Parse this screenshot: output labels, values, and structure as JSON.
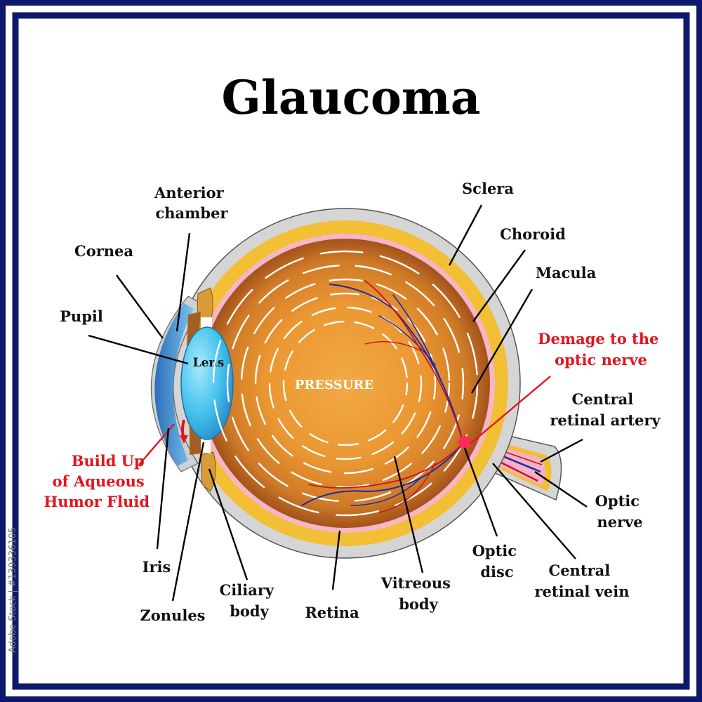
{
  "title": "Glaucoma",
  "colors": {
    "frame": "#0d1a6b",
    "sclera": "#d5d5d5",
    "choroid": "#f2bf35",
    "retina": "#f6b6c8",
    "vitreous_outer": "#a0521a",
    "vitreous_inner": "#eea23c",
    "cornea": "#3f8fd0",
    "lens": "#43c2ef",
    "vein": "#1a2ba8",
    "artery": "#c8141e",
    "warning": "#e3141b"
  },
  "center_label": "PRESSURE",
  "lens_label": "Lens",
  "labels": {
    "anterior_chamber": [
      "Anterior",
      "chamber"
    ],
    "cornea": [
      "Cornea"
    ],
    "pupil": [
      "Pupil"
    ],
    "build_up": [
      "Build Up",
      "of Aqueous",
      "Humor Fluid"
    ],
    "iris": [
      "Iris"
    ],
    "zonules": [
      "Zonules"
    ],
    "ciliary_body": [
      "Ciliary",
      "body"
    ],
    "retina": [
      "Retina"
    ],
    "vitreous_body": [
      "Vitreous",
      "body"
    ],
    "optic_disc": [
      "Optic",
      "disc"
    ],
    "central_retinal_vein": [
      "Central",
      "retinal vein"
    ],
    "optic_nerve": [
      "Optic",
      "nerve"
    ],
    "central_retinal_artery": [
      "Central",
      "retinal artery"
    ],
    "damage": [
      "Demage to the",
      "optic nerve"
    ],
    "macula": [
      "Macula"
    ],
    "choroid": [
      "Choroid"
    ],
    "sclera": [
      "Sclera"
    ]
  },
  "watermark": "Adobe Stock | #139336105"
}
